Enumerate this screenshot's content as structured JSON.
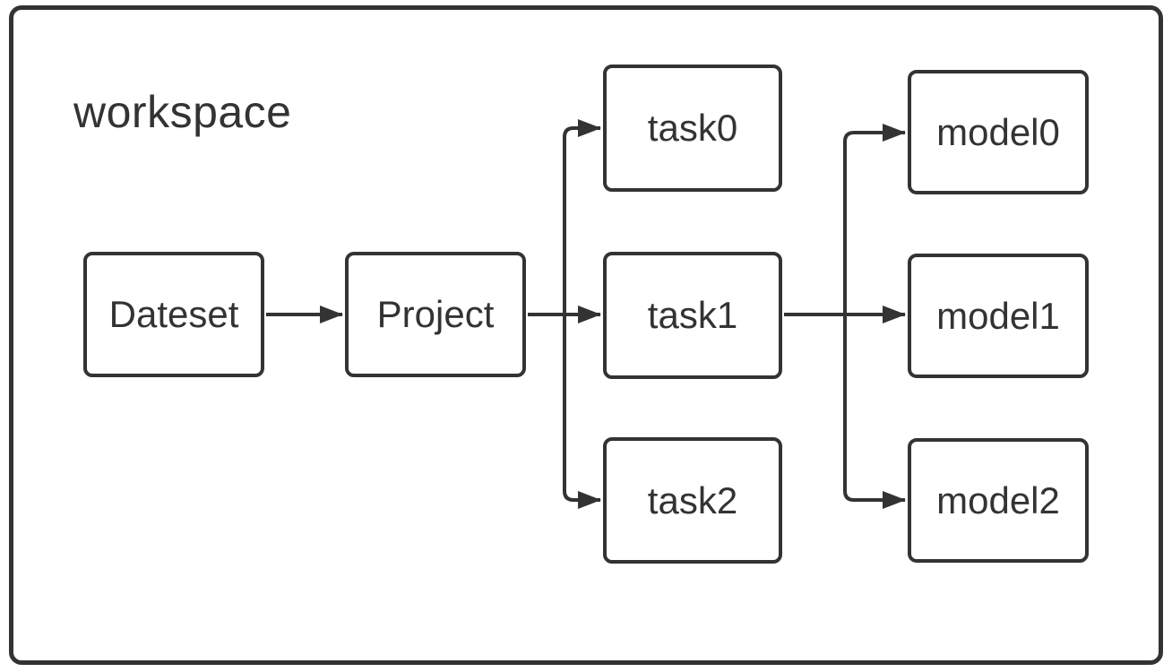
{
  "diagram": {
    "title": "workspace",
    "nodes": [
      {
        "id": "dateset",
        "label": "Dateset"
      },
      {
        "id": "project",
        "label": "Project"
      },
      {
        "id": "task0",
        "label": "task0"
      },
      {
        "id": "task1",
        "label": "task1"
      },
      {
        "id": "task2",
        "label": "task2"
      },
      {
        "id": "model0",
        "label": "model0"
      },
      {
        "id": "model1",
        "label": "model1"
      },
      {
        "id": "model2",
        "label": "model2"
      }
    ],
    "edges": [
      {
        "from": "Dateset",
        "to": "Project"
      },
      {
        "from": "Project",
        "to": "task0"
      },
      {
        "from": "Project",
        "to": "task1"
      },
      {
        "from": "Project",
        "to": "task2"
      },
      {
        "from": "task1",
        "to": "model0"
      },
      {
        "from": "task1",
        "to": "model1"
      },
      {
        "from": "task1",
        "to": "model2"
      }
    ],
    "colors": {
      "stroke": "#333333",
      "background": "#ffffff"
    }
  }
}
